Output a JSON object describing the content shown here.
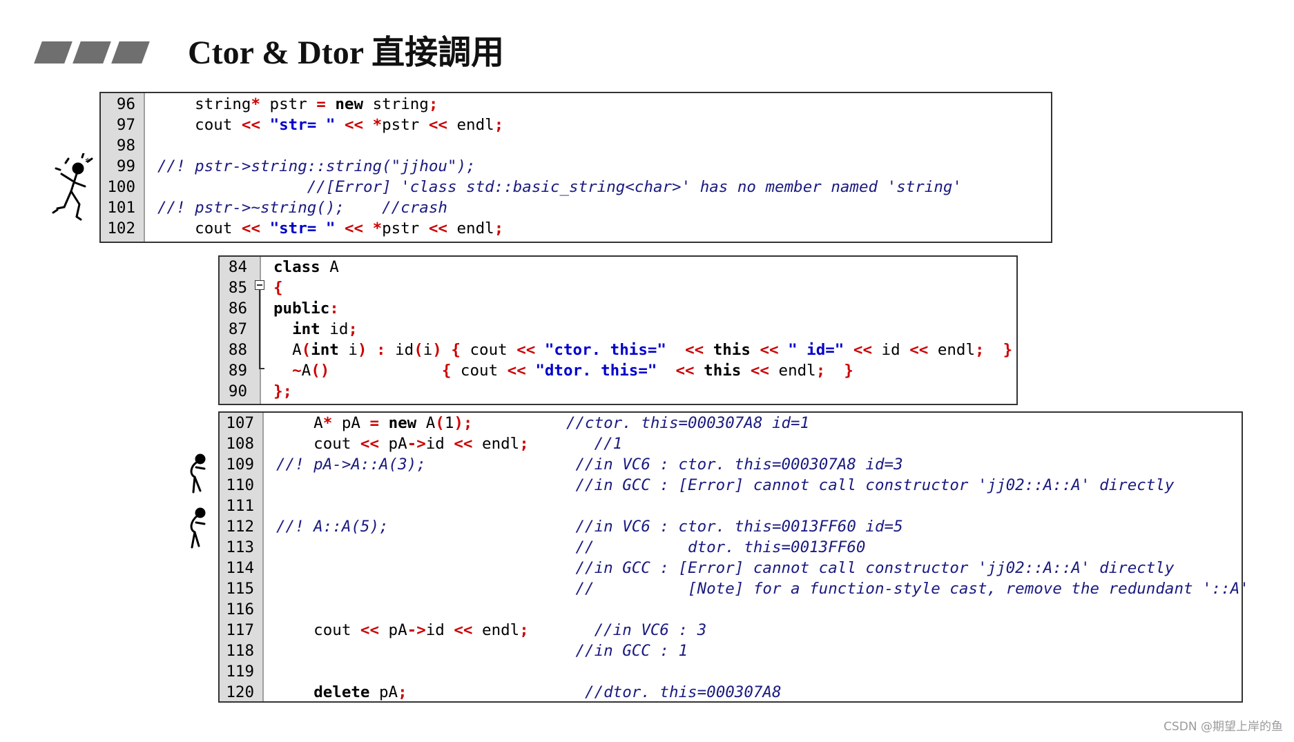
{
  "title": "Ctor & Dtor 直接調用",
  "watermark": "CSDN @期望上岸的鱼",
  "panel1": [
    {
      "ln": "96",
      "segs": [
        [
          "p",
          "    string"
        ],
        [
          "o",
          "*"
        ],
        [
          "p",
          " pstr "
        ],
        [
          "o",
          "="
        ],
        [
          "p",
          " "
        ],
        [
          "b",
          "new"
        ],
        [
          "p",
          " string"
        ],
        [
          "o",
          ";"
        ]
      ]
    },
    {
      "ln": "97",
      "segs": [
        [
          "p",
          "    cout "
        ],
        [
          "o",
          "<<"
        ],
        [
          "p",
          " "
        ],
        [
          "s",
          "\"str= \""
        ],
        [
          "p",
          " "
        ],
        [
          "o",
          "<<"
        ],
        [
          "p",
          " "
        ],
        [
          "o",
          "*"
        ],
        [
          "p",
          "pstr "
        ],
        [
          "o",
          "<<"
        ],
        [
          "p",
          " endl"
        ],
        [
          "o",
          ";"
        ]
      ]
    },
    {
      "ln": "98",
      "segs": []
    },
    {
      "ln": "99",
      "segs": [
        [
          "c",
          "//! pstr->string::string(\"jjhou\");"
        ]
      ]
    },
    {
      "ln": "100",
      "segs": [
        [
          "p",
          "                "
        ],
        [
          "c",
          "//[Error] 'class std::basic_string<char>' has no member named 'string'"
        ]
      ]
    },
    {
      "ln": "101",
      "segs": [
        [
          "c",
          "//! pstr->~string();    //crash"
        ]
      ]
    },
    {
      "ln": "102",
      "segs": [
        [
          "p",
          "    cout "
        ],
        [
          "o",
          "<<"
        ],
        [
          "p",
          " "
        ],
        [
          "s",
          "\"str= \""
        ],
        [
          "p",
          " "
        ],
        [
          "o",
          "<<"
        ],
        [
          "p",
          " "
        ],
        [
          "o",
          "*"
        ],
        [
          "p",
          "pstr "
        ],
        [
          "o",
          "<<"
        ],
        [
          "p",
          " endl"
        ],
        [
          "o",
          ";"
        ]
      ]
    }
  ],
  "panel2": [
    {
      "ln": "84",
      "segs": [
        [
          "b",
          "class"
        ],
        [
          "p",
          " A"
        ]
      ]
    },
    {
      "ln": "85",
      "segs": [
        [
          "o",
          "{"
        ]
      ]
    },
    {
      "ln": "86",
      "segs": [
        [
          "b",
          "public"
        ],
        [
          "o",
          ":"
        ]
      ]
    },
    {
      "ln": "87",
      "segs": [
        [
          "p",
          "  "
        ],
        [
          "b",
          "int"
        ],
        [
          "p",
          " id"
        ],
        [
          "o",
          ";"
        ]
      ]
    },
    {
      "ln": "88",
      "segs": [
        [
          "p",
          "  A"
        ],
        [
          "o",
          "("
        ],
        [
          "b",
          "int"
        ],
        [
          "p",
          " i"
        ],
        [
          "o",
          ")"
        ],
        [
          "p",
          " "
        ],
        [
          "o",
          ":"
        ],
        [
          "p",
          " id"
        ],
        [
          "o",
          "("
        ],
        [
          "p",
          "i"
        ],
        [
          "o",
          ")"
        ],
        [
          "p",
          " "
        ],
        [
          "o",
          "{"
        ],
        [
          "p",
          " cout "
        ],
        [
          "o",
          "<<"
        ],
        [
          "p",
          " "
        ],
        [
          "s",
          "\"ctor. this=\""
        ],
        [
          "p",
          "  "
        ],
        [
          "o",
          "<<"
        ],
        [
          "p",
          " "
        ],
        [
          "b",
          "this"
        ],
        [
          "p",
          " "
        ],
        [
          "o",
          "<<"
        ],
        [
          "p",
          " "
        ],
        [
          "s",
          "\" id=\""
        ],
        [
          "p",
          " "
        ],
        [
          "o",
          "<<"
        ],
        [
          "p",
          " id "
        ],
        [
          "o",
          "<<"
        ],
        [
          "p",
          " endl"
        ],
        [
          "o",
          ";"
        ],
        [
          "p",
          "  "
        ],
        [
          "o",
          "}"
        ]
      ]
    },
    {
      "ln": "89",
      "segs": [
        [
          "p",
          "  "
        ],
        [
          "o",
          "~"
        ],
        [
          "p",
          "A"
        ],
        [
          "o",
          "()"
        ],
        [
          "p",
          "            "
        ],
        [
          "o",
          "{"
        ],
        [
          "p",
          " cout "
        ],
        [
          "o",
          "<<"
        ],
        [
          "p",
          " "
        ],
        [
          "s",
          "\"dtor. this=\""
        ],
        [
          "p",
          "  "
        ],
        [
          "o",
          "<<"
        ],
        [
          "p",
          " "
        ],
        [
          "b",
          "this"
        ],
        [
          "p",
          " "
        ],
        [
          "o",
          "<<"
        ],
        [
          "p",
          " endl"
        ],
        [
          "o",
          ";"
        ],
        [
          "p",
          "  "
        ],
        [
          "o",
          "}"
        ]
      ]
    },
    {
      "ln": "90",
      "segs": [
        [
          "o",
          "};"
        ]
      ]
    }
  ],
  "panel3": [
    {
      "ln": "107",
      "segs": [
        [
          "p",
          "    A"
        ],
        [
          "o",
          "*"
        ],
        [
          "p",
          " pA "
        ],
        [
          "o",
          "="
        ],
        [
          "p",
          " "
        ],
        [
          "b",
          "new"
        ],
        [
          "p",
          " A"
        ],
        [
          "o",
          "("
        ],
        [
          "p",
          "1"
        ],
        [
          "o",
          ");"
        ],
        [
          "p",
          "          "
        ],
        [
          "c",
          "//ctor. this=000307A8 id=1"
        ]
      ]
    },
    {
      "ln": "108",
      "segs": [
        [
          "p",
          "    cout "
        ],
        [
          "o",
          "<<"
        ],
        [
          "p",
          " pA"
        ],
        [
          "o",
          "->"
        ],
        [
          "p",
          "id "
        ],
        [
          "o",
          "<<"
        ],
        [
          "p",
          " endl"
        ],
        [
          "o",
          ";"
        ],
        [
          "p",
          "       "
        ],
        [
          "c",
          "//1"
        ]
      ]
    },
    {
      "ln": "109",
      "segs": [
        [
          "c",
          "//! pA->A::A(3);"
        ],
        [
          "p",
          "                "
        ],
        [
          "c",
          "//in VC6 : ctor. this=000307A8 id=3"
        ]
      ]
    },
    {
      "ln": "110",
      "segs": [
        [
          "p",
          "                                "
        ],
        [
          "c",
          "//in GCC : [Error] cannot call constructor 'jj02::A::A' directly"
        ]
      ]
    },
    {
      "ln": "111",
      "segs": []
    },
    {
      "ln": "112",
      "segs": [
        [
          "c",
          "//! A::A(5);"
        ],
        [
          "p",
          "                    "
        ],
        [
          "c",
          "//in VC6 : ctor. this=0013FF60 id=5"
        ]
      ]
    },
    {
      "ln": "113",
      "segs": [
        [
          "p",
          "                                "
        ],
        [
          "c",
          "//          dtor. this=0013FF60"
        ]
      ]
    },
    {
      "ln": "114",
      "segs": [
        [
          "p",
          "                                "
        ],
        [
          "c",
          "//in GCC : [Error] cannot call constructor 'jj02::A::A' directly"
        ]
      ]
    },
    {
      "ln": "115",
      "segs": [
        [
          "p",
          "                                "
        ],
        [
          "c",
          "//          [Note] for a function-style cast, remove the redundant '::A'"
        ]
      ]
    },
    {
      "ln": "116",
      "segs": []
    },
    {
      "ln": "117",
      "segs": [
        [
          "p",
          "    cout "
        ],
        [
          "o",
          "<<"
        ],
        [
          "p",
          " pA"
        ],
        [
          "o",
          "->"
        ],
        [
          "p",
          "id "
        ],
        [
          "o",
          "<<"
        ],
        [
          "p",
          " endl"
        ],
        [
          "o",
          ";"
        ],
        [
          "p",
          "       "
        ],
        [
          "c",
          "//in VC6 : 3"
        ]
      ]
    },
    {
      "ln": "118",
      "segs": [
        [
          "p",
          "                                "
        ],
        [
          "c",
          "//in GCC : 1"
        ]
      ]
    },
    {
      "ln": "119",
      "segs": []
    },
    {
      "ln": "120",
      "segs": [
        [
          "p",
          "    "
        ],
        [
          "b",
          "delete"
        ],
        [
          "p",
          " pA"
        ],
        [
          "o",
          ";"
        ],
        [
          "p",
          "                   "
        ],
        [
          "c",
          "//dtor. this=000307A8"
        ]
      ]
    }
  ]
}
